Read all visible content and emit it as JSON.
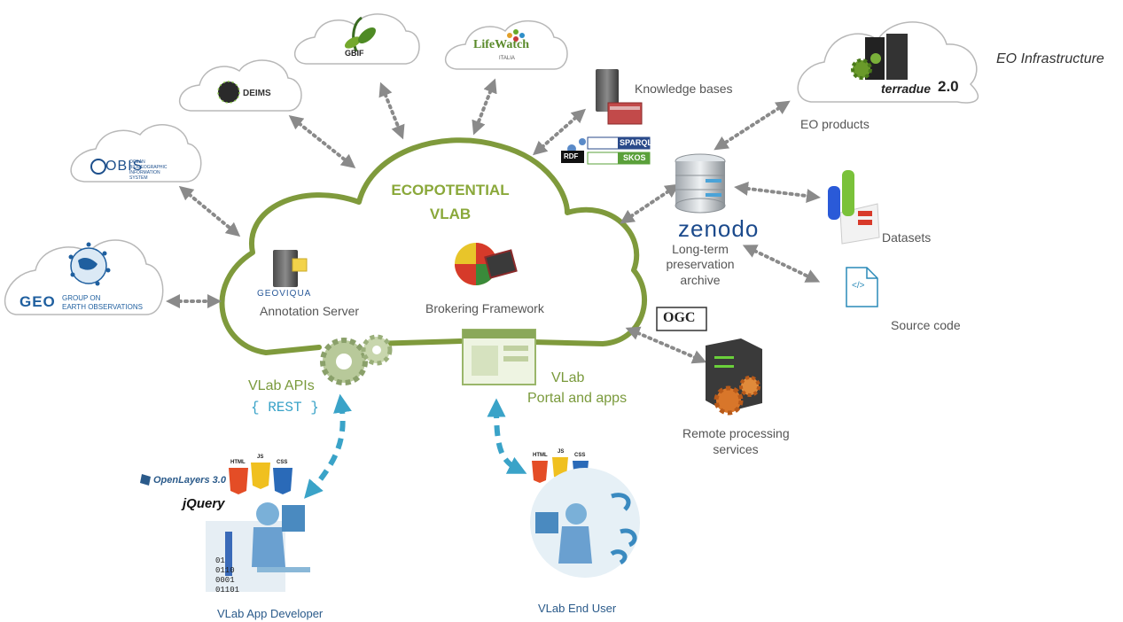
{
  "center": {
    "title_line1": "ECOPOTENTIAL",
    "title_line2": "VLAB",
    "annotation_server": "Annotation Server",
    "annotation_logo": "GEOVIQUA",
    "brokering_framework": "Brokering Framework"
  },
  "partners": {
    "gbif": "GBIF",
    "lifewatch": "LifeWatch",
    "lifewatch_sub": "ITALIA",
    "deims": "DEIMS",
    "obis": "OBIS",
    "obis_sub": "OCEAN BIOGEOGRAPHIC INFORMATION SYSTEM",
    "geo": "GEO",
    "geo_sub1": "GROUP ON",
    "geo_sub2": "EARTH OBSERVATIONS"
  },
  "right": {
    "knowledge_bases": "Knowledge bases",
    "w3c_sparql": "SPARQL",
    "w3c_skos": "SKOS",
    "rdf": "RDF",
    "eo_infrastructure": "EO Infrastructure",
    "terradue": "terradue",
    "terradue_version": "2.0",
    "eo_products": "EO products",
    "zenodo": "zenodo",
    "archive_line1": "Long-term",
    "archive_line2": "preservation",
    "archive_line3": "archive",
    "datasets": "Datasets",
    "source_code": "Source code",
    "source_code_icon_text": "</>",
    "ogc": "OGC",
    "remote_line1": "Remote processing",
    "remote_line2": "services"
  },
  "bottom": {
    "apis_label": "VLab APIs",
    "rest_label": "{ REST }",
    "portal_line1": "VLab",
    "portal_line2": "Portal and apps",
    "openlayers": "OpenLayers 3.0",
    "jquery": "jQuery",
    "html": "HTML",
    "js": "JS",
    "css": "CSS",
    "binary": [
      "01",
      "0110",
      "0001",
      "01101"
    ],
    "developer": "VLab App Developer",
    "end_user": "VLab End User"
  },
  "colors": {
    "cloud_stroke": "#7f9a3c",
    "title_green": "#8aa83a",
    "arrow_gray": "#8a8a8a",
    "arrow_blue": "#3aa3c8",
    "text_gray": "#555555"
  },
  "icons": [
    "server-icon",
    "puzzle-icon",
    "gear-icon",
    "browser-window-icon",
    "database-icon",
    "chart-icon",
    "file-code-icon",
    "user-at-desk-icon"
  ]
}
